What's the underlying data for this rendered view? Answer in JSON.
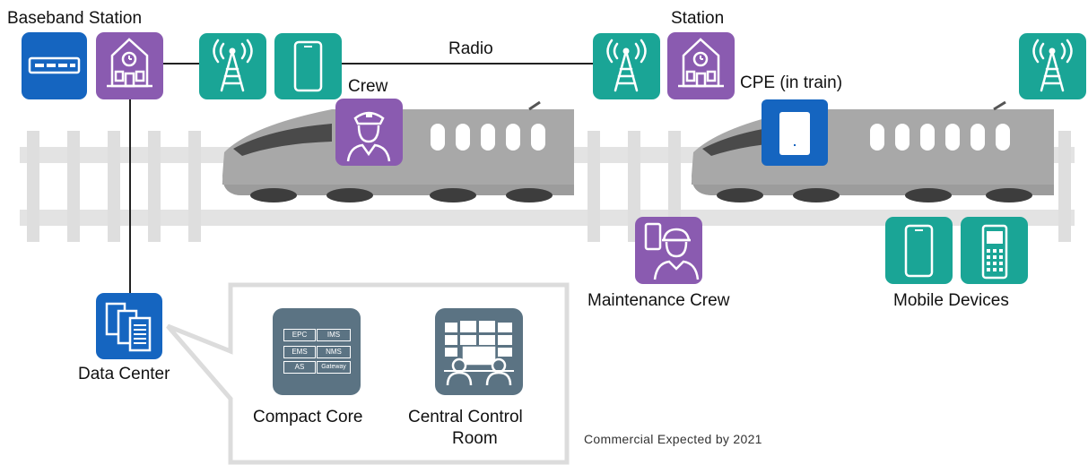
{
  "labels": {
    "baseband_station": "Baseband Station",
    "station": "Station",
    "radio": "Radio",
    "crew": "Crew",
    "cpe": "CPE (in train)",
    "maintenance_crew": "Maintenance Crew",
    "mobile_devices": "Mobile Devices",
    "data_center": "Data Center",
    "compact_core": "Compact Core",
    "central_control_line1": "Central Control",
    "central_control_line2": "Room",
    "commercial": "Commercial Expected by 2021"
  },
  "core_modules": {
    "epc": "EPC",
    "ims": "IMS",
    "ems": "EMS",
    "nms": "NMS",
    "as": "AS",
    "gateway": "Gateway"
  },
  "colors": {
    "teal": "#1aa596",
    "purple": "#8a5bb0",
    "blue": "#1565c0",
    "slate": "#5b7383",
    "train": "#a9a9a9",
    "track": "#e2e2e2"
  },
  "icons": [
    "server-icon",
    "station-building-icon",
    "cell-tower-icon",
    "smartphone-icon",
    "conductor-icon",
    "cpe-icon",
    "worker-icon",
    "feature-phone-icon",
    "data-center-icon",
    "control-room-icon"
  ]
}
